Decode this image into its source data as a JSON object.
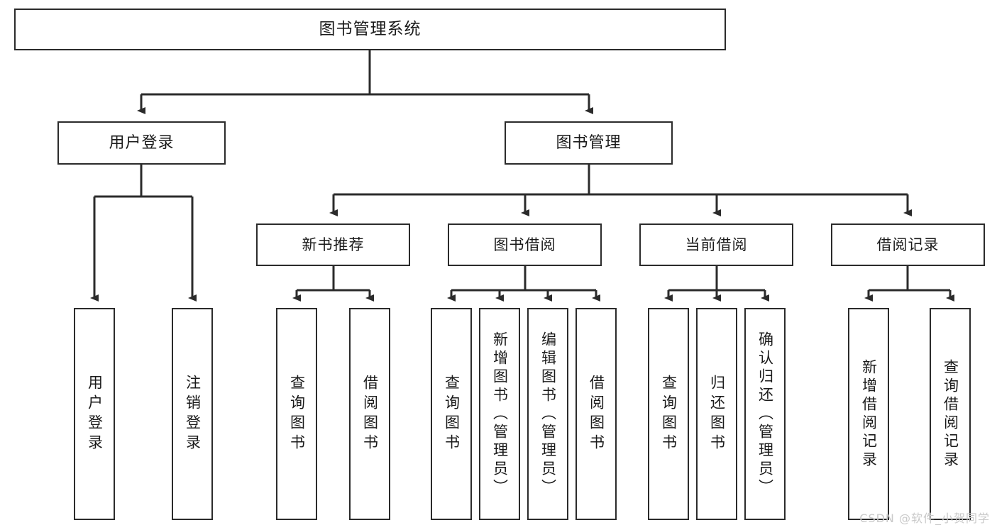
{
  "diagram": {
    "title": "图书管理系统",
    "type": "tree-hierarchy",
    "root": {
      "label": "图书管理系统"
    },
    "level2": [
      {
        "label": "用户登录"
      },
      {
        "label": "图书管理"
      }
    ],
    "level3": [
      {
        "label": "新书推荐"
      },
      {
        "label": "图书借阅"
      },
      {
        "label": "当前借阅"
      },
      {
        "label": "借阅记录"
      }
    ],
    "leaves": {
      "user_login": [
        {
          "label": "用户登录"
        },
        {
          "label": "注销登录"
        }
      ],
      "new_book_recommend": [
        {
          "label": "查询图书"
        },
        {
          "label": "借阅图书"
        }
      ],
      "book_borrow": [
        {
          "label": "查询图书"
        },
        {
          "label": "新增图书（管理员）"
        },
        {
          "label": "编辑图书（管理员）"
        },
        {
          "label": "借阅图书"
        }
      ],
      "current_borrow": [
        {
          "label": "查询图书"
        },
        {
          "label": "归还图书"
        },
        {
          "label": "确认归还（管理员）"
        }
      ],
      "borrow_record": [
        {
          "label": "新增借阅记录"
        },
        {
          "label": "查询借阅记录"
        }
      ]
    }
  },
  "watermark": {
    "text": "CSDN @软件_小贺同学"
  },
  "colors": {
    "stroke": "#2b2b2b",
    "background": "#ffffff",
    "text": "#1a1a1a",
    "watermark": "#c9c9c9"
  }
}
